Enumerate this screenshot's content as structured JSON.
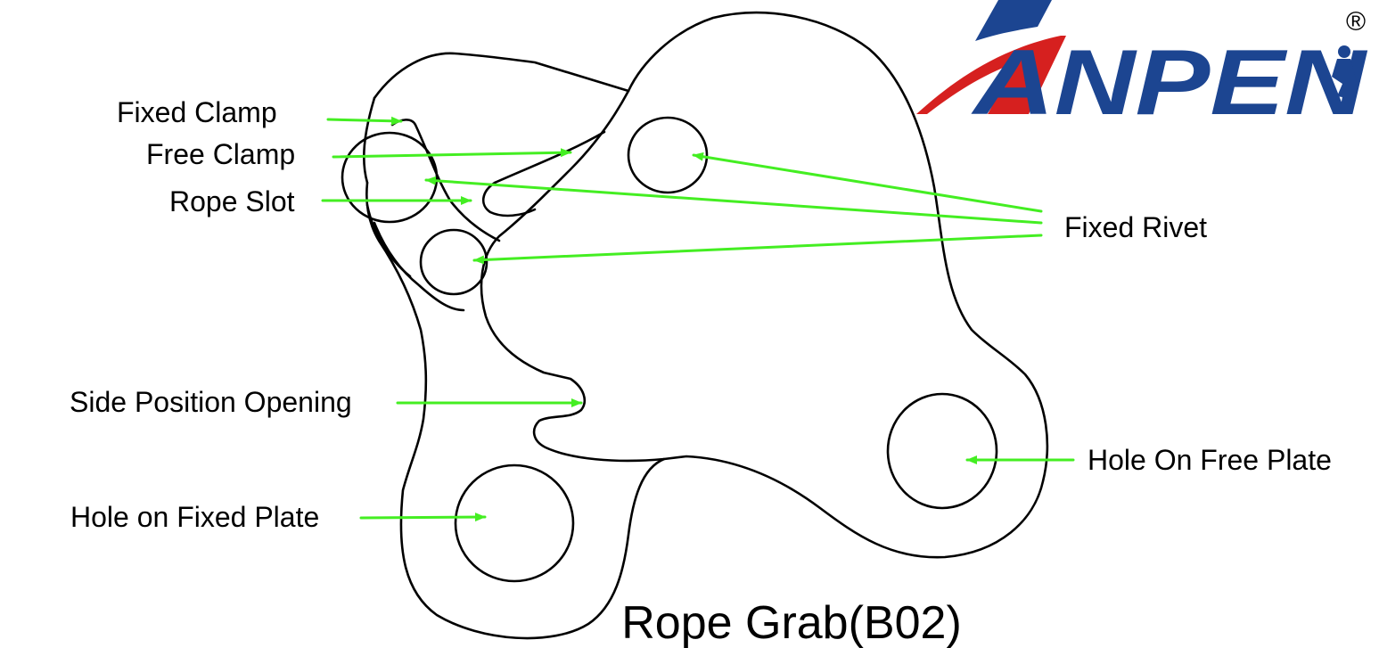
{
  "title": "Rope Grab(B02)",
  "brand": {
    "name": "ANPEN",
    "registered_mark": "®",
    "red": "#d6201f",
    "blue": "#1c4591"
  },
  "arrow_color": "#44ee22",
  "labels": {
    "fixed_clamp": "Fixed Clamp",
    "free_clamp": "Free Clamp",
    "rope_slot": "Rope Slot",
    "fixed_rivet": "Fixed Rivet",
    "side_position_opening": "Side Position Opening",
    "hole_on_fixed_plate": "Hole on Fixed Plate",
    "hole_on_free_plate": "Hole On Free Plate"
  }
}
